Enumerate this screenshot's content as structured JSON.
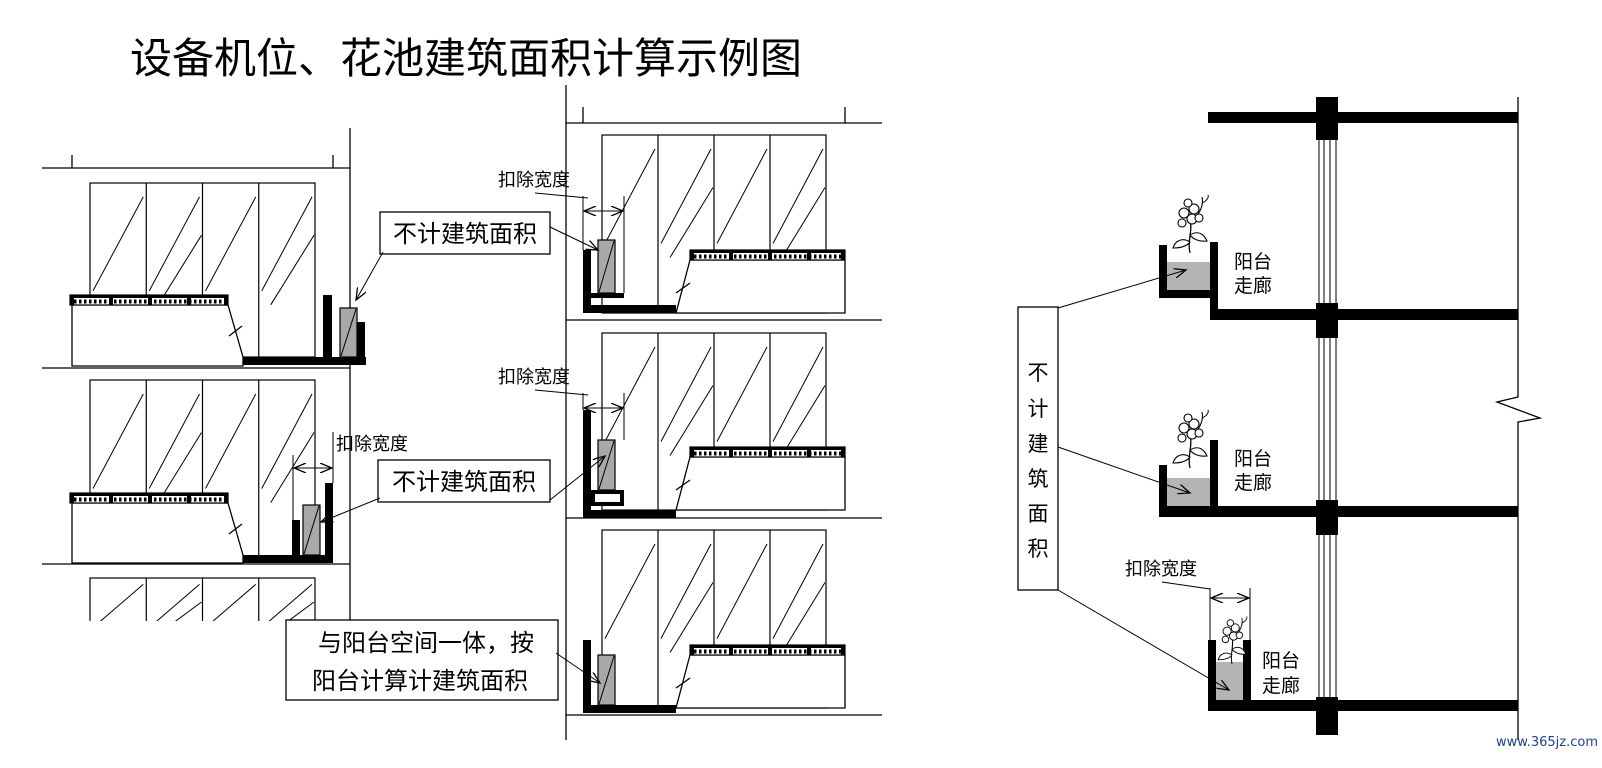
{
  "title": "设备机位、花池建筑面积计算示例图",
  "callouts": {
    "not_counted_upper": "不计建筑面积",
    "not_counted_lower": "不计建筑面积",
    "integrated_line1": "与阳台空间一体，按",
    "integrated_line2": "阳台计算计建筑面积"
  },
  "dimension_labels": {
    "left_floor2": "扣除宽度",
    "middle_floor1": "扣除宽度",
    "middle_floor2": "扣除宽度",
    "right_floor3": "扣除宽度"
  },
  "right_diagram": {
    "vertical_callout": [
      "不",
      "计",
      "建",
      "筑",
      "面",
      "积"
    ],
    "floors": [
      {
        "label1": "阳台",
        "label2": "走廊"
      },
      {
        "label1": "阳台",
        "label2": "走廊"
      },
      {
        "label1": "阳台",
        "label2": "走廊"
      }
    ]
  },
  "colors": {
    "equipment_fill": "#a8a8a8",
    "soil_fill": "#b4b4b4",
    "watermark": "#1f3f8f"
  },
  "watermark": "www.365jz.com"
}
